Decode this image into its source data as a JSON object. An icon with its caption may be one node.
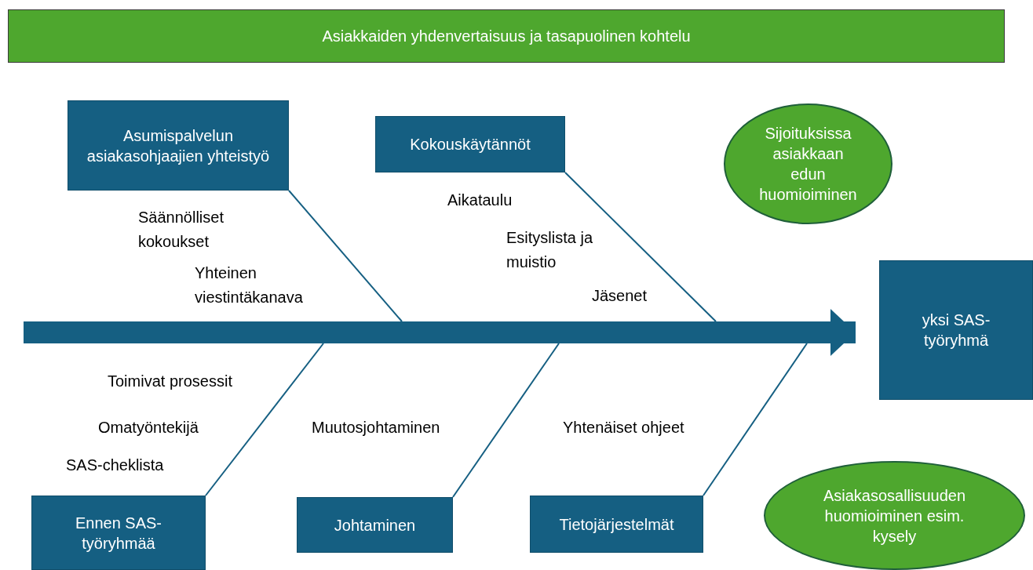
{
  "diagram": {
    "nodes": [
      {
        "text": [
          "Asiakkaiden yhdenvertaisuus ja tasapuolinen kohtelu"
        ]
      },
      {
        "text": [
          "Asumispalvelun asiakasohjaajien yhteistyö"
        ]
      },
      {
        "text": [
          "Kokouskäytännöt"
        ]
      },
      {
        "text": [
          "Sijoituksissa asiakkaan edun huomioiminen"
        ]
      },
      {
        "text": [
          "yksi SAS-työryhmä"
        ]
      },
      {
        "text": [
          "Ennen SAS-työryhmää"
        ]
      },
      {
        "text": [
          "Johtaminen"
        ]
      },
      {
        "text": [
          "Tietojärjestelmät"
        ]
      },
      {
        "text": [
          "Asiakasosallisuuden huomioiminen esim. kysely"
        ]
      }
    ],
    "edges": [
      {
        "from": null,
        "to": 4,
        "arrow": "to",
        "style": "thick"
      },
      {
        "from": 1,
        "to": null,
        "arrow": "none"
      },
      {
        "from": 2,
        "to": null,
        "arrow": "none"
      },
      {
        "from": 5,
        "to": null,
        "arrow": "none"
      },
      {
        "from": 6,
        "to": null,
        "arrow": "none"
      },
      {
        "from": 7,
        "to": null,
        "arrow": "none"
      }
    ],
    "labels": [
      "Säännölliset kokoukset",
      "Aikataulu",
      "Esityslista ja muistio",
      "Yhteinen viestintäkanava",
      "Jäsenet",
      "Toimivat prosessit",
      "Omatyöntekijä",
      "Muutosjohtaminen",
      "Yhtenäiset ohjeet",
      "SAS-cheklista"
    ]
  }
}
